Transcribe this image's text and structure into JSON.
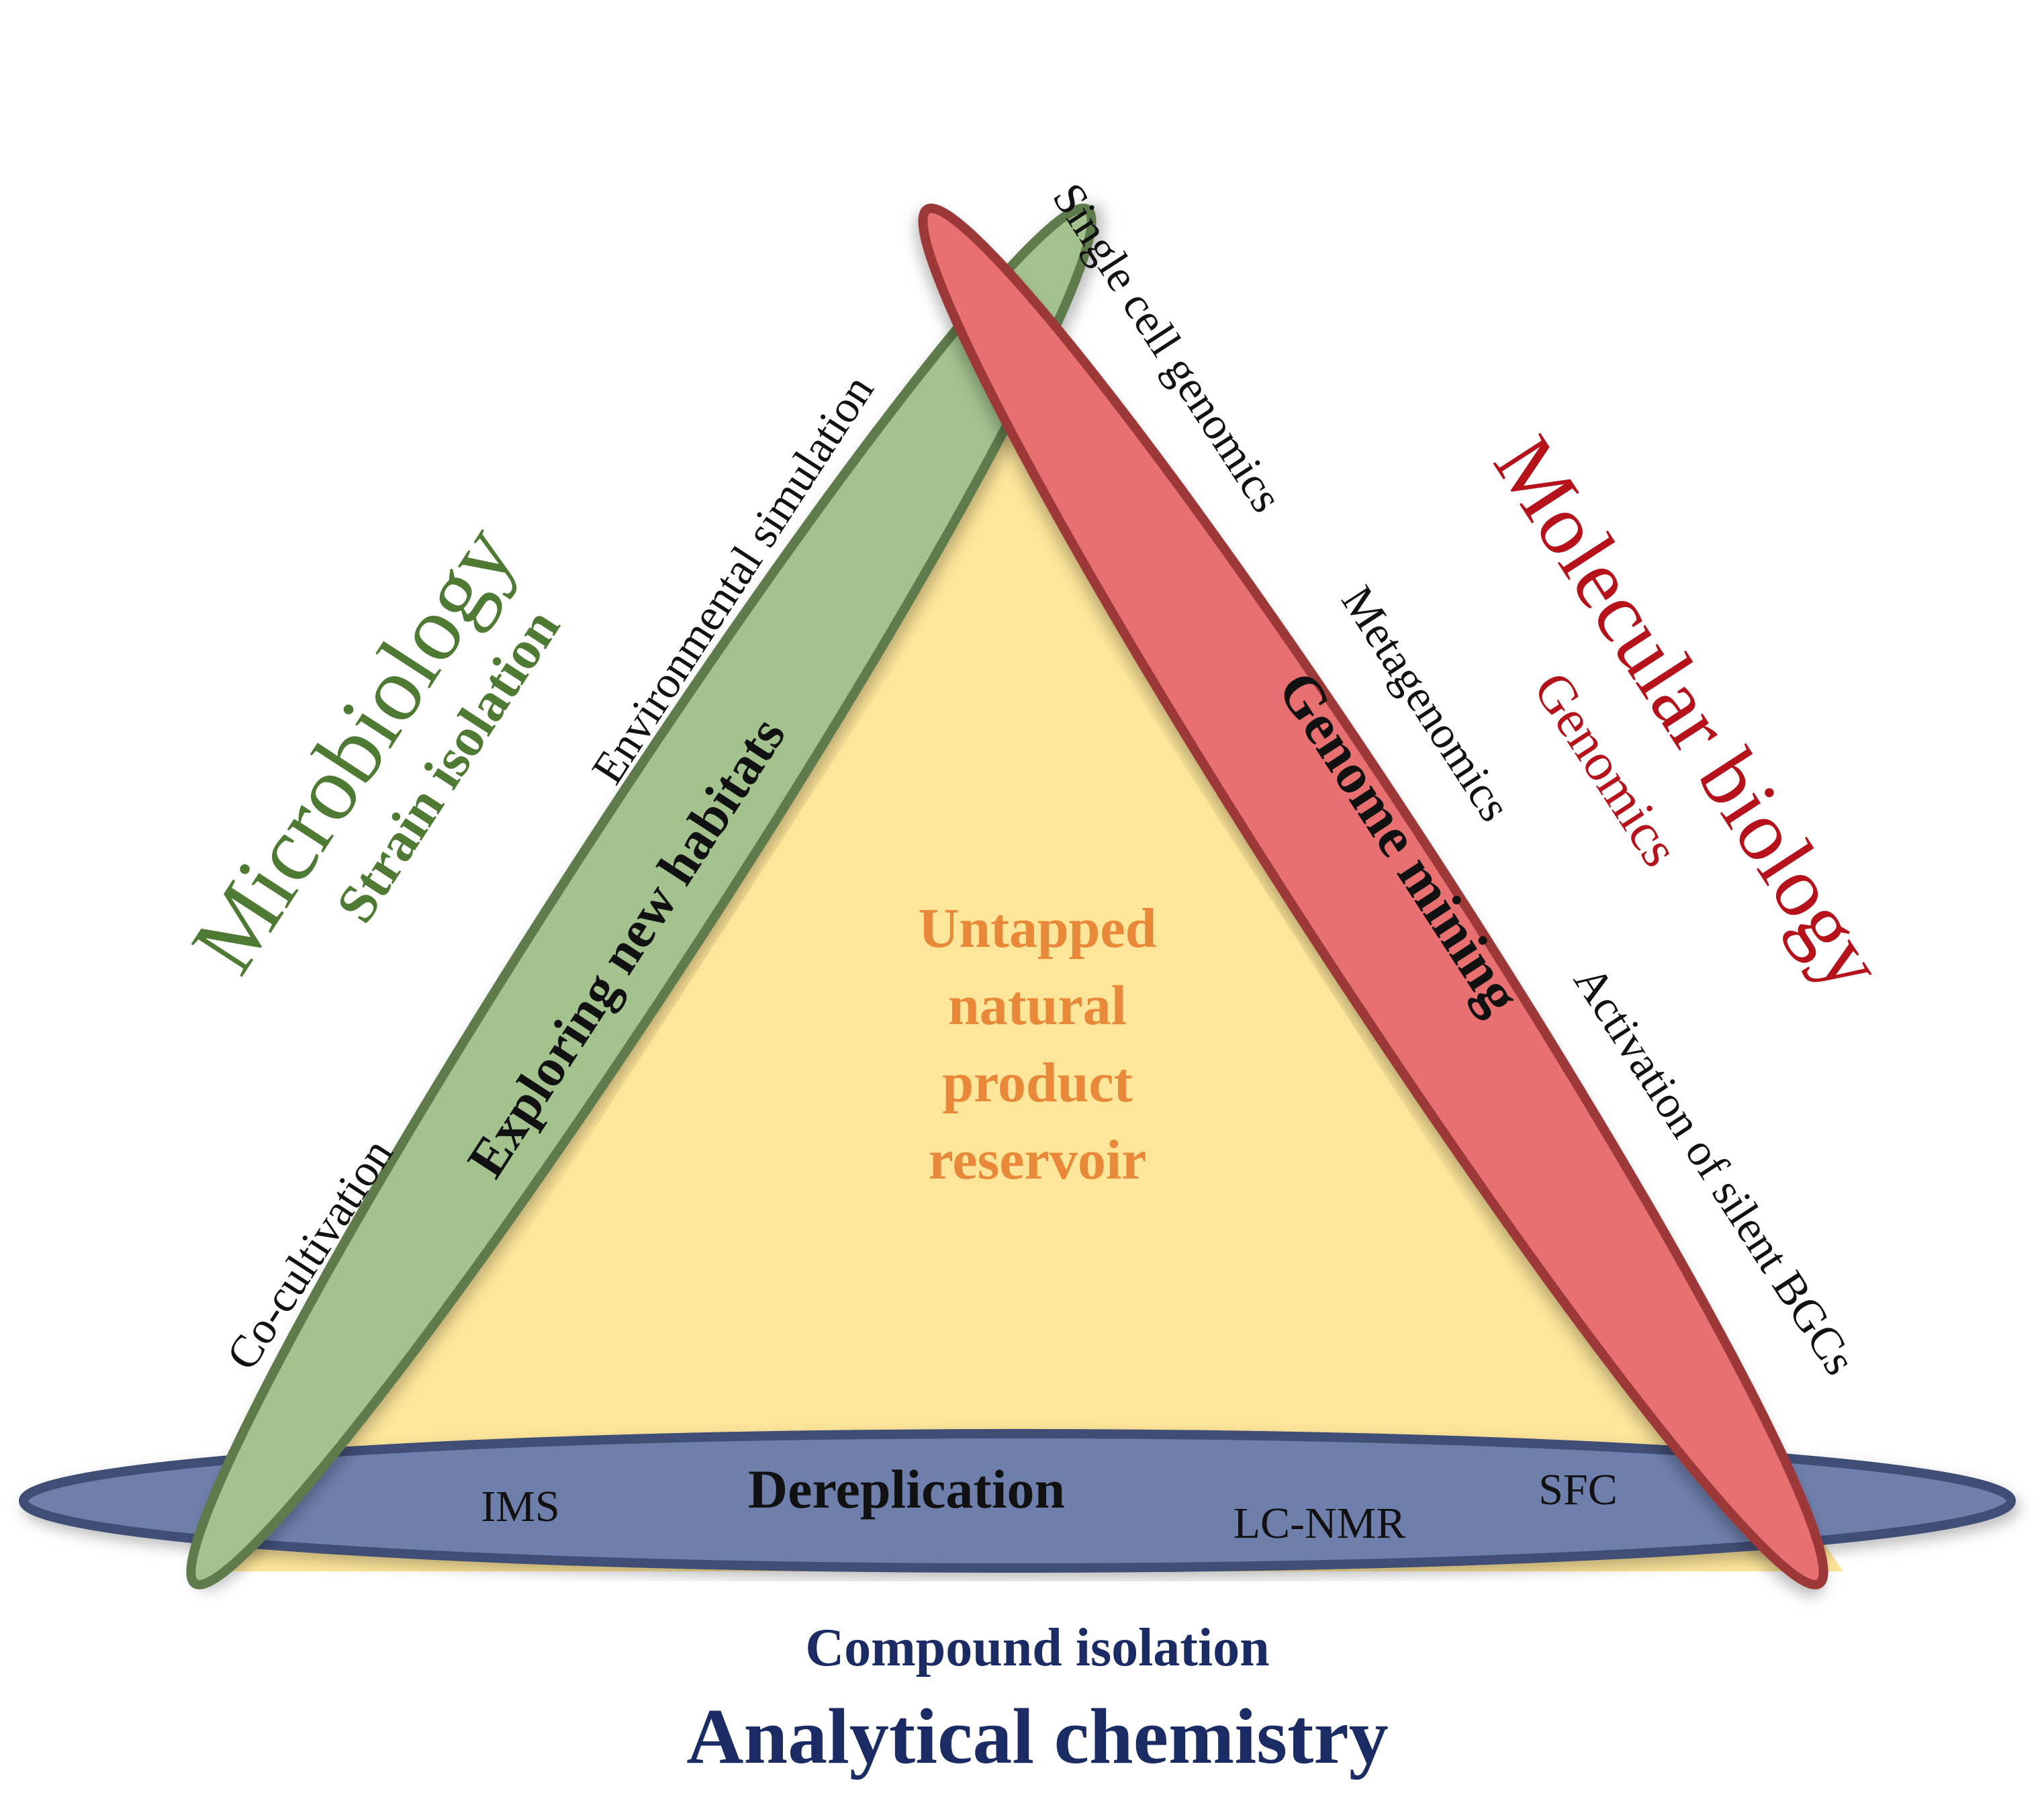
{
  "center": {
    "lines": [
      "Untapped",
      "natural",
      "product",
      "reservoir"
    ]
  },
  "microbiology": {
    "title": "Microbiology",
    "subtitle": "Strain isolation",
    "main_label": "Exploring new habitats",
    "methods": [
      "Environmental  simulation",
      "Co-cultivation"
    ]
  },
  "molecular_biology": {
    "title": "Molecular biology",
    "subtitle": "Genomics",
    "main_label": "Genome mining",
    "methods": [
      "Single  cell genomics",
      "Metagenomics",
      "Activation  of silent BGCs"
    ]
  },
  "analytical_chemistry": {
    "title": "Analytical chemistry",
    "subtitle": "Compound isolation",
    "main_label": "Dereplication",
    "methods": [
      "IMS",
      "LC-NMR",
      "SFC"
    ]
  },
  "colors": {
    "triangle_fill": "#fde59a",
    "green_fill": "#a3c28e",
    "green_stroke": "#5e7a4b",
    "green_text": "#4e7a33",
    "red_fill": "#e87070",
    "red_stroke": "#9c3838",
    "red_text": "#b5121b",
    "blue_fill": "#6e7fac",
    "blue_stroke": "#3f4d74",
    "blue_text": "#1b2b63",
    "orange_text": "#e8893a"
  }
}
